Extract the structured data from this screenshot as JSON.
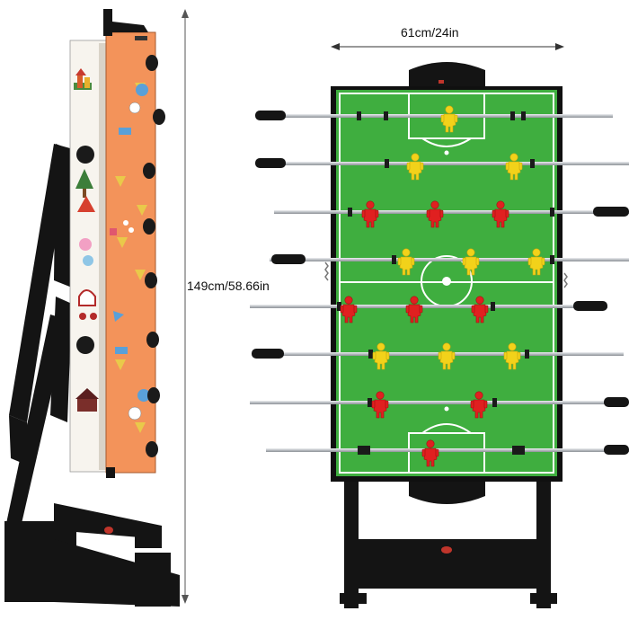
{
  "dimensions": {
    "width_label": "61cm/24in",
    "height_label": "149cm/58.66in"
  },
  "colors": {
    "field_green": "#3fae3f",
    "team_red": "#e02020",
    "team_yellow": "#f2d21a",
    "frame_black": "#141414",
    "side_panel_orange": "#f3935a",
    "rod_silver": "#c9ccd0"
  },
  "icons": [
    "foosball-table-folded-side-view",
    "foosball-table-top-view",
    "foosball-player-figure",
    "rod-handle-grip"
  ]
}
